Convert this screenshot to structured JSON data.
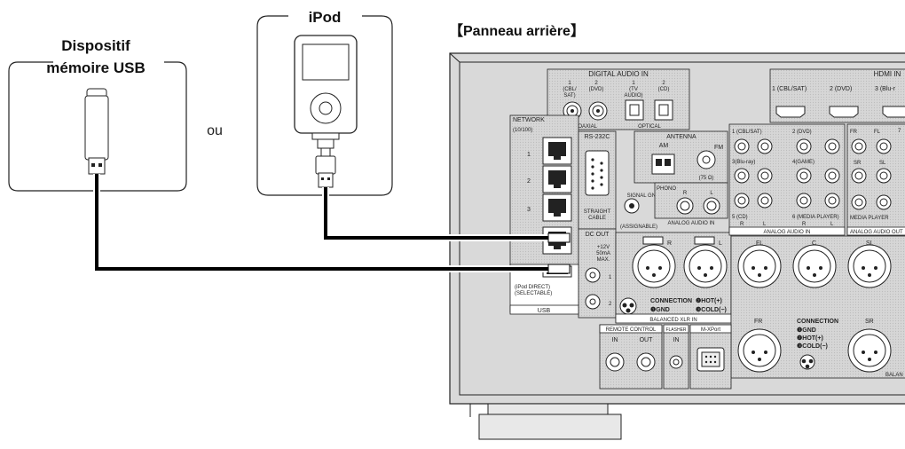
{
  "devices": {
    "usb_label": "Dispositif\nmémoire USB",
    "ipod_label": "iPod",
    "or_label": "ou"
  },
  "panel": {
    "title": "【Panneau arrière】",
    "digital_audio_in": "DIGITAL AUDIO IN",
    "coax_1": "1\n(CBL/\nSAT)",
    "coax_2": "2\n(DVD)",
    "opt_1": "1\n(TV\nAUDIO)",
    "opt_2": "2\n(CD)",
    "coaxial": "COAXIAL",
    "optical": "OPTICAL",
    "hdmi_in": "HDMI IN",
    "hdmi_1": "1 (CBL/SAT)",
    "hdmi_2": "2 (DVD)",
    "hdmi_3": "3 (Blu-r",
    "network": "NETWORK",
    "network_sub": "(10/100)",
    "net_1": "1",
    "net_2": "2",
    "net_3": "3",
    "rs232c": "RS-232C",
    "straight_cable": "STRAIGHT\nCABLE",
    "antenna": "ANTENNA",
    "am": "AM",
    "fm": "FM",
    "fm_ohm": "(75 Ω)",
    "signal_gnd": "SIGNAL GND",
    "phono": "PHONO",
    "phono_r": "R",
    "phono_l": "L",
    "analog_audio_in_phono": "ANALOG AUDIO IN",
    "assignable": "(ASSIGNABLE)",
    "dc_out": "DC OUT",
    "dc_spec": "+12V\n50mA\nMAX.",
    "usb": "USB",
    "usb_note": "(iPod DIRECT)\n(SELECTABLE)",
    "usb_1": "1",
    "usb_2": "2",
    "xlr_r": "R",
    "xlr_l": "L",
    "connection": "CONNECTION",
    "gnd": "❶GND",
    "hot": "❷HOT(+)",
    "cold": "❸COLD(−)",
    "balanced_xlr_in": "BALANCED XLR IN",
    "ain_1": "1 (CBL/SAT)",
    "ain_2": "2 (DVD)",
    "ain_3": "3(Blu-ray)",
    "ain_4": "4(GAME)",
    "ain_5": "5 (CD)",
    "ain_6": "6 (MEDIA PLAYER)",
    "ain_r1": "R",
    "ain_l1": "L",
    "ain_r2": "R",
    "ain_l2": "L",
    "analog_audio_in": "ANALOG AUDIO IN",
    "fr_top": "FR",
    "fl_top_r": "FL",
    "sr_top": "SR",
    "sl_top": "SL",
    "seven_ch": "7",
    "media_player": "MEDIA PLAYER",
    "analog_audio_out": "ANALOG AUDIO OUT",
    "fl": "FL",
    "c": "C",
    "sl": "SL",
    "fr": "FR",
    "sr": "SR",
    "connection2": "CONNECTION",
    "gnd2": "❶GND",
    "hot2": "❷HOT(+)",
    "cold2": "❸COLD(−)",
    "balanced": "BALAN",
    "remote_control": "REMOTE CONTROL",
    "rc_in": "IN",
    "rc_out": "OUT",
    "flasher": "FLASHER",
    "flasher_in": "IN",
    "m_xport": "M-XPort"
  },
  "colors": {
    "panel_bg": "#d9d9d9",
    "line": "#000000"
  }
}
